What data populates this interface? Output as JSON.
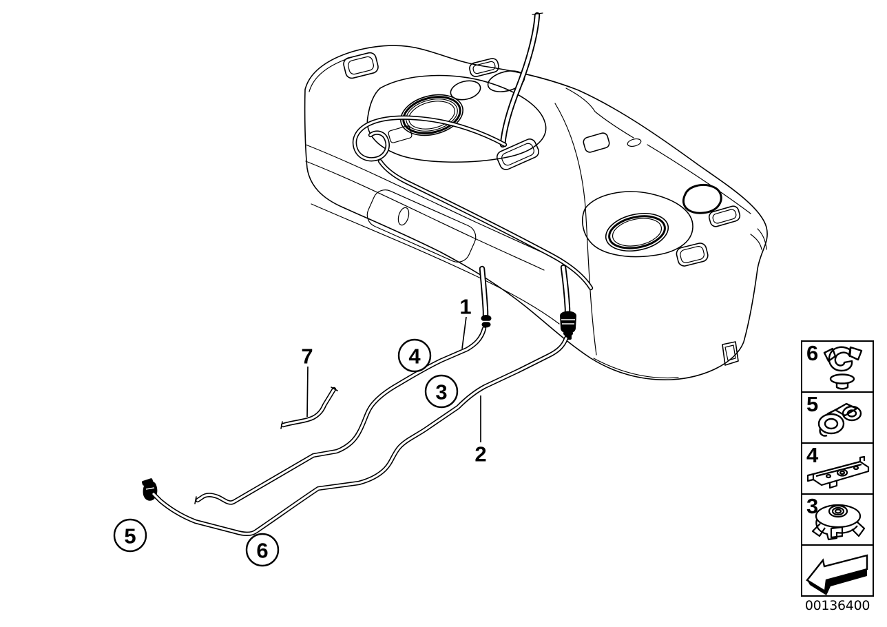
{
  "colors": {
    "line": "#000000",
    "background": "#ffffff"
  },
  "callouts": {
    "plain": [
      {
        "label": "1"
      },
      {
        "label": "2"
      },
      {
        "label": "7"
      }
    ],
    "circled": [
      {
        "label": "3"
      },
      {
        "label": "4"
      },
      {
        "label": "5"
      },
      {
        "label": "6"
      }
    ]
  },
  "sidebar": {
    "items": [
      {
        "label": "6",
        "icon": "pipe-clip-icon"
      },
      {
        "label": "5",
        "icon": "line-holder-icon"
      },
      {
        "label": "4",
        "icon": "mounting-bracket-icon"
      },
      {
        "label": "3",
        "icon": "grommet-icon"
      }
    ],
    "direction_arrow_icon": "direction-arrow-icon"
  },
  "footer": {
    "image_number": "00136400"
  }
}
